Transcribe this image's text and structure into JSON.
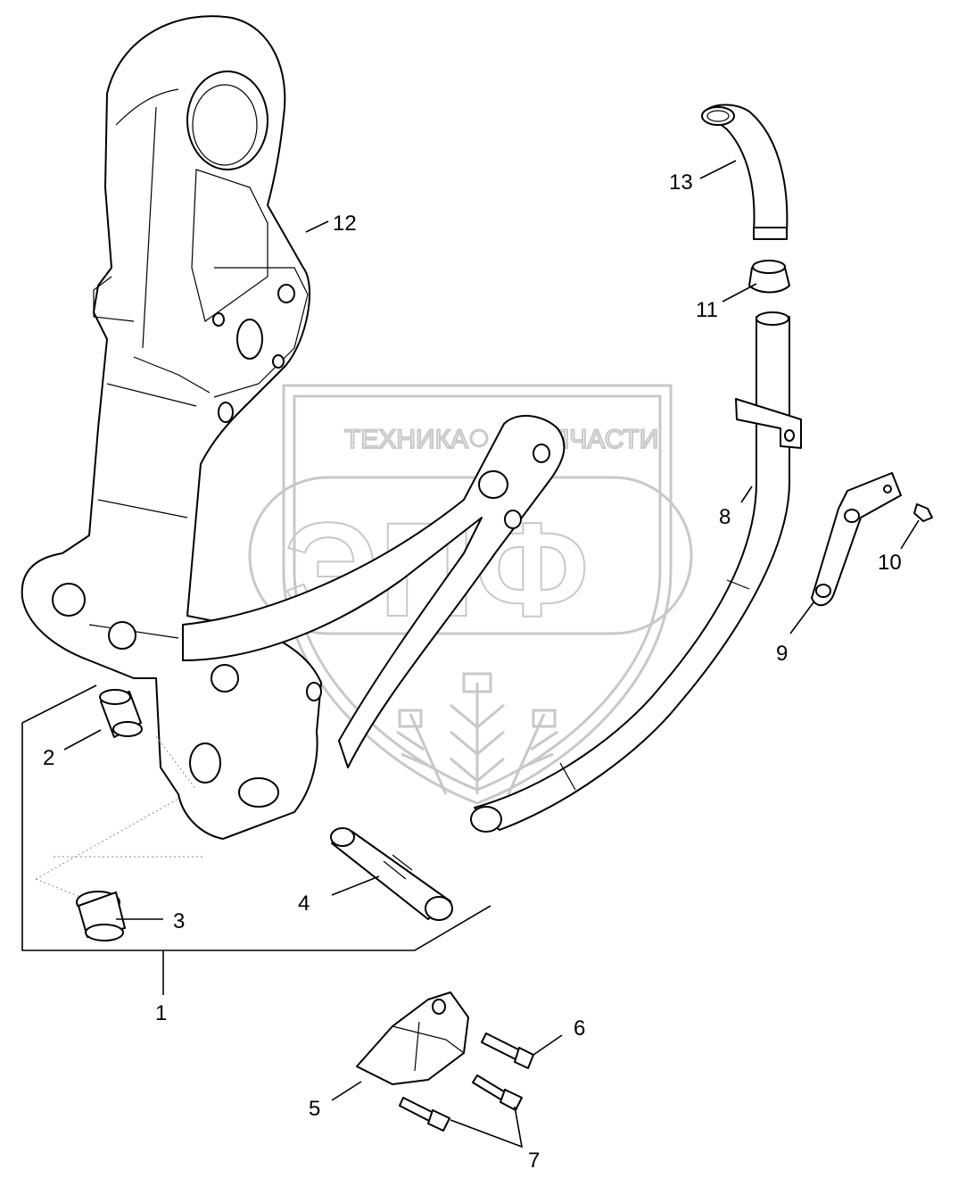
{
  "watermark": {
    "top_text_left": "ТЕХНИКА",
    "top_text_right": "ЗАПЧАСТИ",
    "logo_letters": "ЭПФ"
  },
  "callouts": {
    "c1": "1",
    "c2": "2",
    "c3": "3",
    "c4": "4",
    "c5": "5",
    "c6": "6",
    "c7": "7",
    "c8": "8",
    "c9": "9",
    "c10": "10",
    "c11": "11",
    "c12": "12",
    "c13": "13"
  }
}
